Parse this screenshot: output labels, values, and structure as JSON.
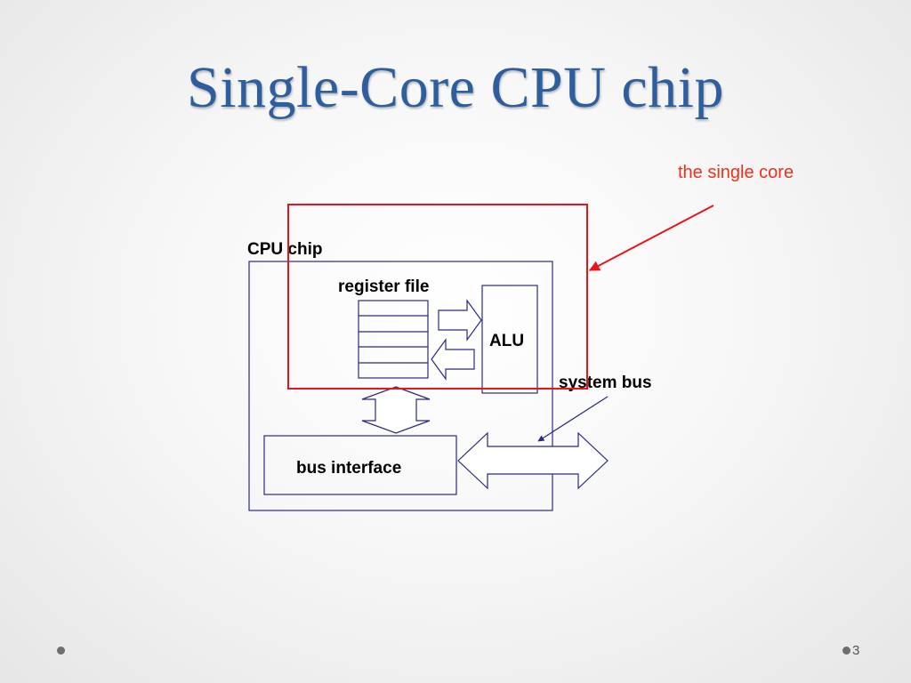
{
  "slide": {
    "title": "Single-Core CPU chip",
    "page_number": "3"
  },
  "diagram": {
    "chip_label": "CPU chip",
    "register_file_label": "register file",
    "alu_label": "ALU",
    "bus_interface_label": "bus interface",
    "system_bus_label": "system bus",
    "callout_label": "the single core"
  },
  "colors": {
    "title": "#2e5e9e",
    "diagram_lines": "#2a2a80",
    "highlight": "#e8141b",
    "callout_text": "#e8321b"
  }
}
